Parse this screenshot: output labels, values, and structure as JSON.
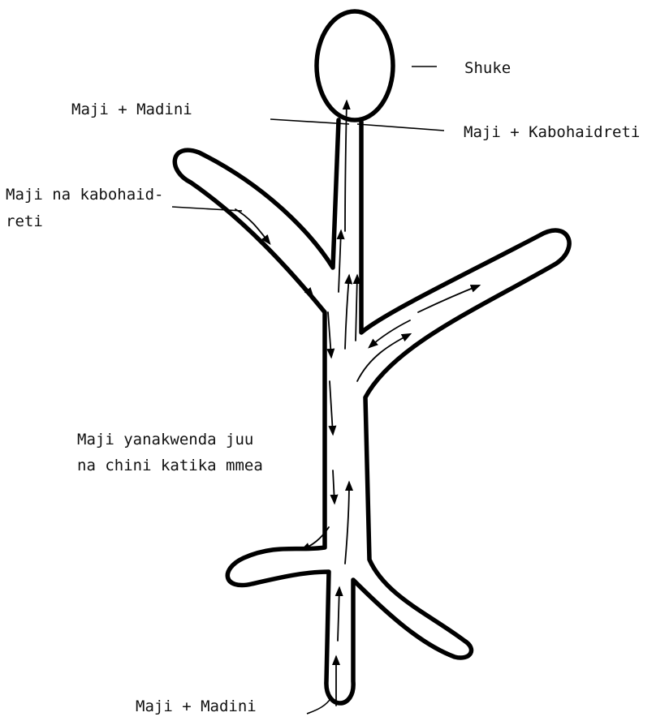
{
  "labels": {
    "shuke": "Shuke",
    "maji_madini_top": "Maji + Madini",
    "maji_kabohaidreti": "Maji + Kabohaidreti",
    "maji_na_kabohaid_line1": "Maji na kabohaid-",
    "maji_na_kabohaid_line2": "reti",
    "maji_yanakwenda_line1": "Maji yanakwenda juu",
    "maji_yanakwenda_line2": "na chini katika mmea",
    "maji_madini_bottom": "Maji + Madini"
  }
}
